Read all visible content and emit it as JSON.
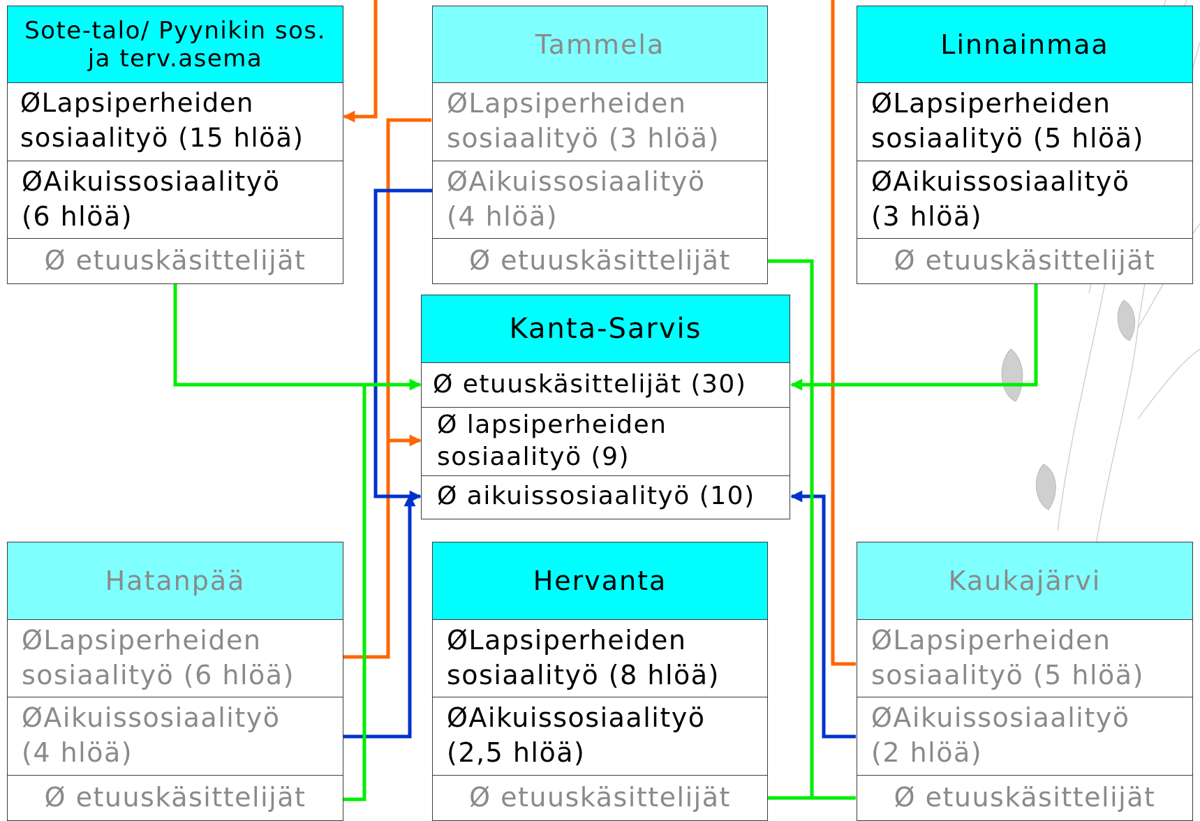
{
  "colors": {
    "lapsiperheiden_line": "#ff6600",
    "aikuissosiaalityo_line": "#0033cc",
    "etuuskasittelijat_line": "#00ee00",
    "active_header": "#00ffff",
    "inactive_header": "#80ffff",
    "inactive_text": "#8a8a8a"
  },
  "units": {
    "sote_talo": {
      "title": "Sote-talo/ Pyynikin sos. ja terv.asema",
      "lapsiperheiden": "ØLapsiperheiden\nsosiaalityö (15 hlöä)",
      "aikuissosiaalityo": "ØAikuissosiaalityö\n(6 hlöä)",
      "etuuskasittelijat": "Ø etuuskäsittelijät"
    },
    "tammela": {
      "title": "Tammela",
      "lapsiperheiden": "ØLapsiperheiden\nsosiaalityö (3 hlöä)",
      "aikuissosiaalityo": "ØAikuissosiaalityö\n(4 hlöä)",
      "etuuskasittelijat": "Ø etuuskäsittelijät"
    },
    "linnainmaa": {
      "title": "Linnainmaa",
      "lapsiperheiden": "ØLapsiperheiden\nsosiaalityö (5 hlöä)",
      "aikuissosiaalityo": "ØAikuissosiaalityö\n(3 hlöä)",
      "etuuskasittelijat": "Ø etuuskäsittelijät"
    },
    "hatanpaa": {
      "title": "Hatanpää",
      "lapsiperheiden": "ØLapsiperheiden\nsosiaalityö (6 hlöä)",
      "aikuissosiaalityo": "ØAikuissosiaalityö\n(4 hlöä)",
      "etuuskasittelijat": "Ø etuuskäsittelijät"
    },
    "hervanta": {
      "title": "Hervanta",
      "lapsiperheiden": "ØLapsiperheiden\nsosiaalityö (8 hlöä)",
      "aikuissosiaalityo": "ØAikuissosiaalityö\n(2,5 hlöä)",
      "etuuskasittelijat": "Ø etuuskäsittelijät"
    },
    "kaukajarvi": {
      "title": "Kaukajärvi",
      "lapsiperheiden": "ØLapsiperheiden\nsosiaalityö (5 hlöä)",
      "aikuissosiaalityo": "ØAikuissosiaalityö\n(2 hlöä)",
      "etuuskasittelijat": "Ø etuuskäsittelijät"
    }
  },
  "kanta_sarvis": {
    "title": "Kanta-Sarvis",
    "etuuskasittelijat": "Ø etuuskäsittelijät (30)",
    "lapsiperheiden": "Ø lapsiperheiden\nsosiaalityö (9)",
    "aikuissosiaalityo": "Ø aikuissosiaalityö (10)"
  }
}
